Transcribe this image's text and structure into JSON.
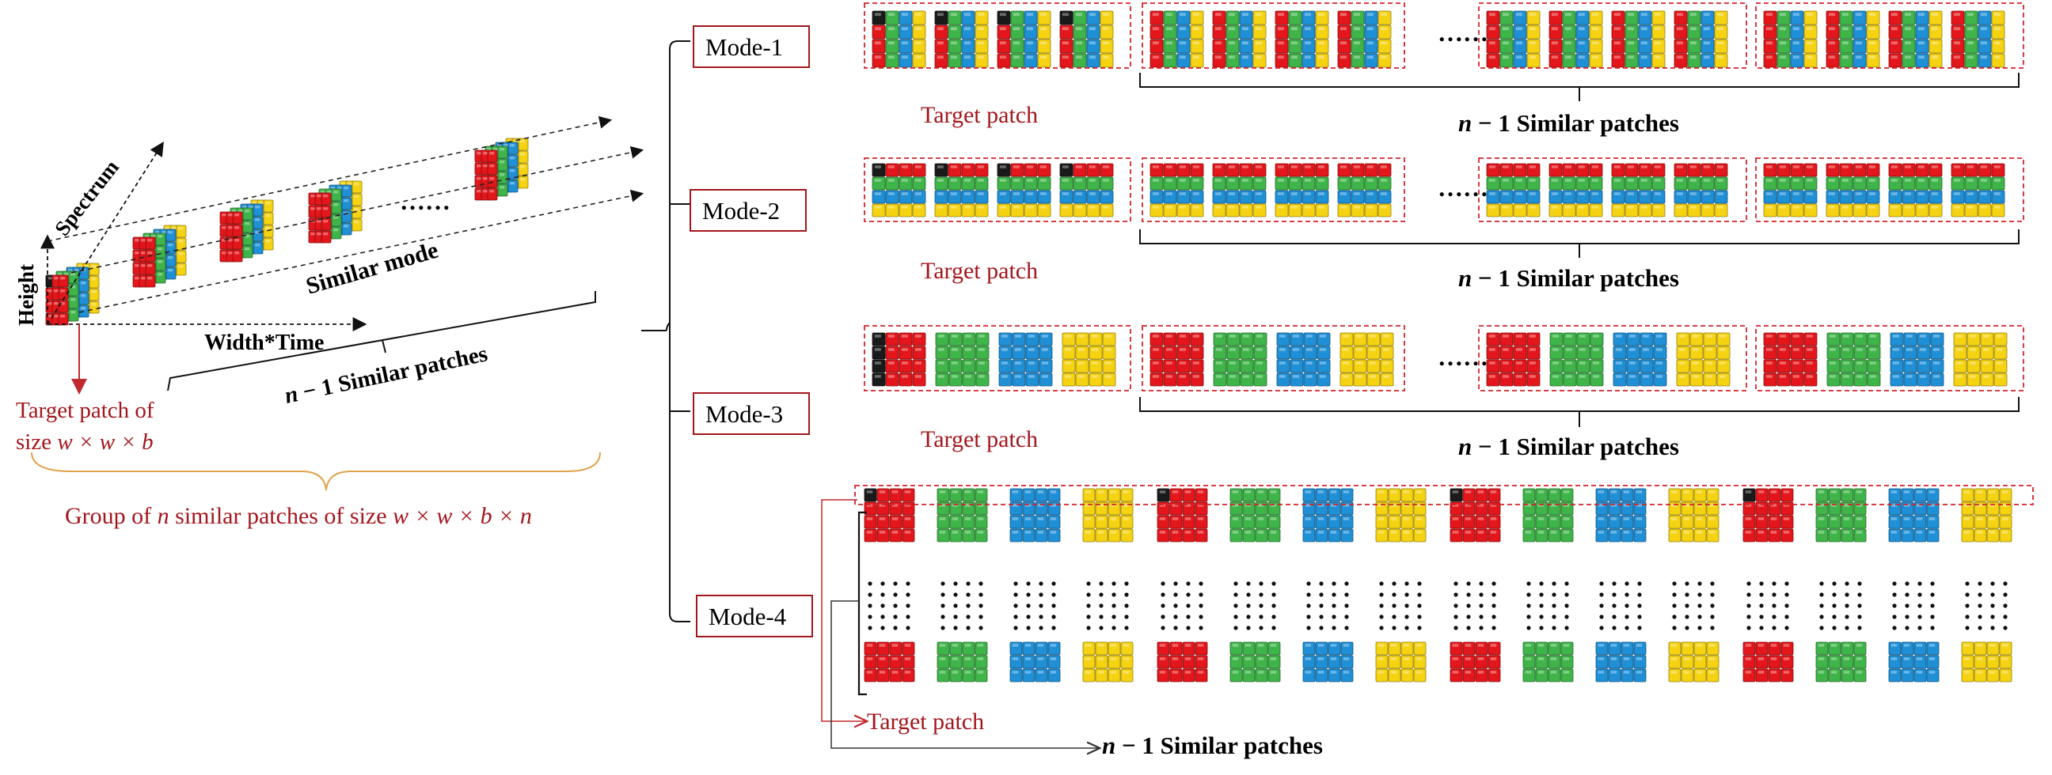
{
  "colors": {
    "red": "#e3161b",
    "green": "#3fb449",
    "blue": "#1f8fd6",
    "yellow": "#f5d312",
    "black": "#1a1a1a",
    "dark_red_text": "#a3161c",
    "orange_brace": "#e0a24a",
    "dashed_box": "#d3242b"
  },
  "left": {
    "axis_height": "Height",
    "axis_spectrum": "Spectrum",
    "axis_width_time": "Width*Time",
    "similar_mode": "Similar mode",
    "ellipsis": "……",
    "similar_patches": {
      "n": "n",
      "rest": " − 1 Similar patches"
    },
    "target_patch": {
      "line1": "Target patch of",
      "line2_pre": "size ",
      "line2_math": "w × w × b"
    },
    "group": {
      "pre": "Group of ",
      "n": "n",
      "mid": " similar patches of size ",
      "math": "w × w × b × n"
    }
  },
  "modes": [
    {
      "label": "Mode-1",
      "target_label": "Target patch",
      "similar": {
        "n": "n",
        "rest": " − 1 Similar patches"
      },
      "ellipsis": "……"
    },
    {
      "label": "Mode-2",
      "target_label": "Target patch",
      "similar": {
        "n": "n",
        "rest": " − 1 Similar patches"
      },
      "ellipsis": "……"
    },
    {
      "label": "Mode-3",
      "target_label": "Target patch",
      "similar": {
        "n": "n",
        "rest": " − 1 Similar patches"
      },
      "ellipsis": "……"
    },
    {
      "label": "Mode-4",
      "target_label": "Target patch",
      "similar": {
        "n": "n",
        "rest": " − 1 Similar patches"
      }
    }
  ]
}
